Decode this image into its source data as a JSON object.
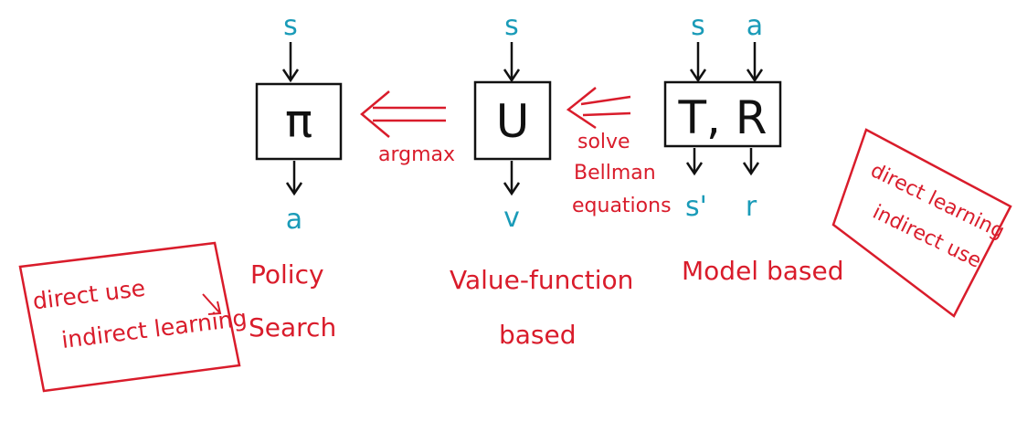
{
  "colors": {
    "ink": "#111111",
    "cyan": "#1a9bb8",
    "red": "#d91c2b",
    "background": "#ffffff"
  },
  "boxes": {
    "policy": {
      "label": "π",
      "input": "s",
      "output": "a"
    },
    "value": {
      "label": "U",
      "input": "s",
      "output": "v"
    },
    "model": {
      "label": "T, R",
      "inputs": [
        "s",
        "a"
      ],
      "outputs": [
        "s'",
        "r"
      ]
    }
  },
  "arrows": {
    "value_to_policy": "argmax",
    "model_to_value": [
      "solve",
      "Bellman",
      "equations"
    ]
  },
  "captions": {
    "policy": [
      "Policy",
      "Search"
    ],
    "value": [
      "Value-function",
      "based"
    ],
    "model": "Model based"
  },
  "notes": {
    "left": [
      "direct use",
      "indirect learning"
    ],
    "right": [
      "direct learning",
      "indirect use"
    ]
  }
}
